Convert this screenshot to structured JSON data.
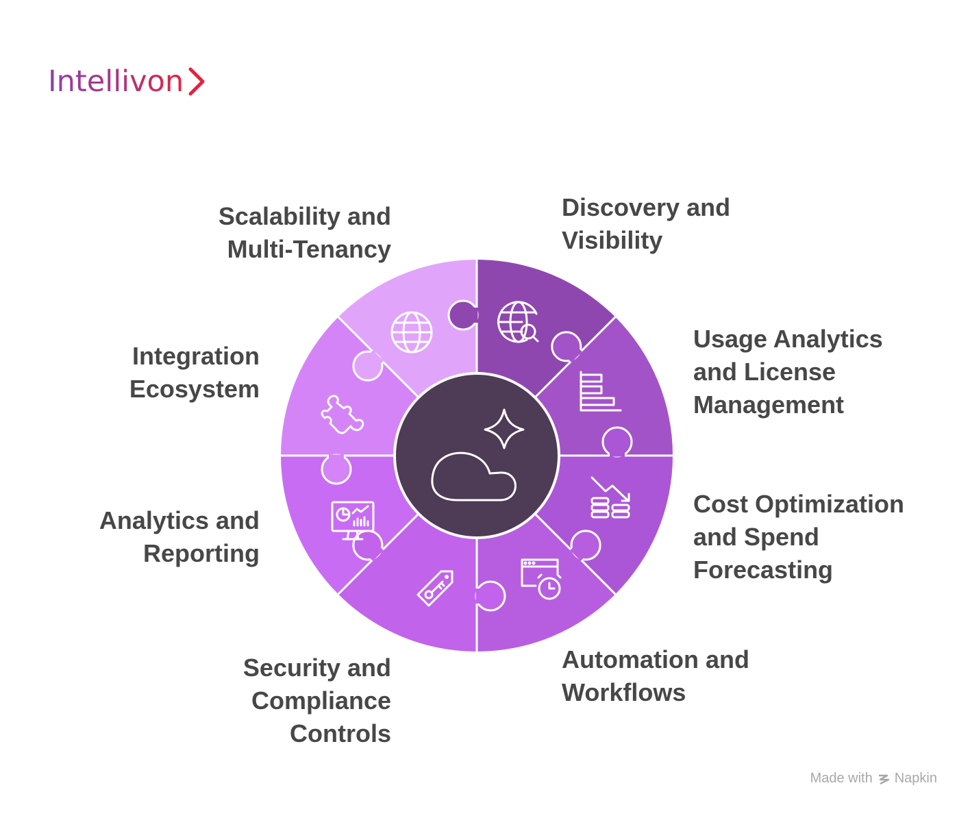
{
  "brand": {
    "name": "Intellivon",
    "gradient": [
      "#8e3fb0",
      "#e8213f"
    ]
  },
  "center": {
    "icon": "cloud-sparkle-icon",
    "color": "#4e3b55"
  },
  "segments": [
    {
      "id": "discovery",
      "lines": [
        "Discovery and",
        "Visibility"
      ],
      "color": "#8f47b0",
      "icon": "globe-search-icon"
    },
    {
      "id": "usage",
      "lines": [
        "Usage Analytics",
        "and License",
        "Management"
      ],
      "color": "#a353c8",
      "icon": "bar-chart-icon"
    },
    {
      "id": "cost",
      "lines": [
        "Cost Optimization",
        "and Spend",
        "Forecasting"
      ],
      "color": "#ab56d6",
      "icon": "coins-trend-down-icon"
    },
    {
      "id": "automation",
      "lines": [
        "Automation and",
        "Workflows"
      ],
      "color": "#b75ee0",
      "icon": "window-clock-icon"
    },
    {
      "id": "security",
      "lines": [
        "Security and",
        "Compliance",
        "Controls"
      ],
      "color": "#c263ec",
      "icon": "key-tag-icon"
    },
    {
      "id": "analytics",
      "lines": [
        "Analytics and",
        "Reporting"
      ],
      "color": "#c86cf4",
      "icon": "monitor-dashboard-icon"
    },
    {
      "id": "integration",
      "lines": [
        "Integration",
        "Ecosystem"
      ],
      "color": "#d584f8",
      "icon": "puzzle-icon"
    },
    {
      "id": "scalability",
      "lines": [
        "Scalability and",
        "Multi-Tenancy"
      ],
      "color": "#e1a4fb",
      "icon": "globe-icon"
    }
  ],
  "footer": {
    "made_with": "Made with",
    "brand": "Napkin"
  }
}
